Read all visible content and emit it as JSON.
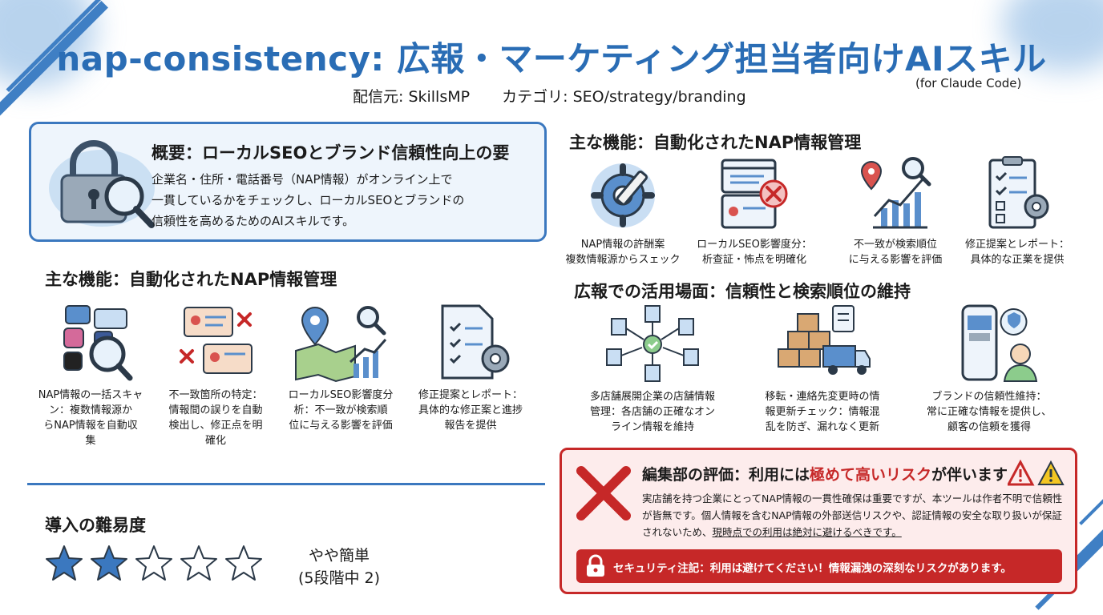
{
  "header": {
    "title": "nap-consistency: 広報・マーケティング担当者向けAIスキル",
    "publisher": "配信元: SkillsMP",
    "category": "カテゴリ: SEO/strategy/branding",
    "platform": "(for Claude Code)"
  },
  "overview": {
    "icon": "lock-magnifier-icon",
    "heading": "概要：ローカルSEOとブランド信頼性向上の要",
    "lines": [
      "企業名・住所・電話番号（NAP情報）がオンライン上で",
      "一貫しているかをチェックし、ローカルSEOとブランドの",
      "信頼性を高めるためのAIスキルです。"
    ]
  },
  "features_right": {
    "heading": "主な機能：自動化されたNAP情報管理",
    "items": [
      {
        "icon": "gear-pencil-icon",
        "lines": [
          "NAP情報の許酬案",
          "複数情報源からスェック"
        ]
      },
      {
        "icon": "browser-error-icon",
        "lines": [
          "ローカルSEO影響度分：",
          "析查証・怖点を明確化"
        ]
      },
      {
        "icon": "rising-chart-icon",
        "lines": [
          "不一致が検索順位",
          "に与える影響を評価"
        ]
      },
      {
        "icon": "checklist-gear-icon",
        "lines": [
          "修正提案とレポート：",
          "具体的な正業を提供"
        ]
      }
    ]
  },
  "features_left": {
    "heading": "主な機能：自動化されたNAP情報管理",
    "items": [
      {
        "icon": "social-scan-icon",
        "lines": [
          "NAP情報の一括スキャ",
          "ン：複数情報源か",
          "らNAP情報を自動収",
          "集"
        ]
      },
      {
        "icon": "mismatch-cards-icon",
        "lines": [
          "不一致箇所の特定：",
          "情報間の誤りを自動",
          "検出し、修正点を明",
          "確化"
        ]
      },
      {
        "icon": "map-chart-icon",
        "lines": [
          "ローカルSEO影響度分",
          "析：不一致が検索順",
          "位に与える影響を評価"
        ]
      },
      {
        "icon": "document-gear-icon",
        "lines": [
          "修正提案とレポート：",
          "具体的な修正案と進捗",
          "報告を提供"
        ]
      }
    ]
  },
  "usage": {
    "heading": "広報での活用場面：信頼性と検索順位の維持",
    "items": [
      {
        "icon": "store-network-icon",
        "lines": [
          "多店舗展開企業の店舗情報",
          "管理：各店舗の正確なオン",
          "ライン情報を維持"
        ]
      },
      {
        "icon": "moving-truck-icon",
        "lines": [
          "移転・連絡先変更時の情",
          "報更新チェック：情報混",
          "乱を防ぎ、漏れなく更新"
        ]
      },
      {
        "icon": "phone-trust-icon",
        "lines": [
          "ブランドの信頼性維持：",
          "常に正確な情報を提供し、",
          "顧客の信頼を獲得"
        ]
      }
    ]
  },
  "difficulty": {
    "label": "導入の難易度",
    "rating": 2,
    "max": 5,
    "text": "やや簡単",
    "scale": "(5段階中 2)"
  },
  "evaluation": {
    "icon": "red-x-icon",
    "heading_pre": "編集部の評価：利用には",
    "heading_red": "極めて高いリスク",
    "heading_post": "が伴います",
    "body": "実店舗を持つ企業にとってNAP情報の一貫性確保は重要ですが、本ツールは作者不明で信頼性が皆無です。個人情報を含むNAP情報の外部送信リスクや、認証情報の安全な取り扱いが保証されないため、",
    "body_underline": "現時点での利用は絶対に避けるべきです。",
    "security_note": "セキュリティ注記：利用は避けてください！情報漏洩の深刻なリスクがあります。"
  },
  "colors": {
    "accent": "#2a6db5",
    "danger": "#c62828",
    "star": "#3b78bf"
  }
}
